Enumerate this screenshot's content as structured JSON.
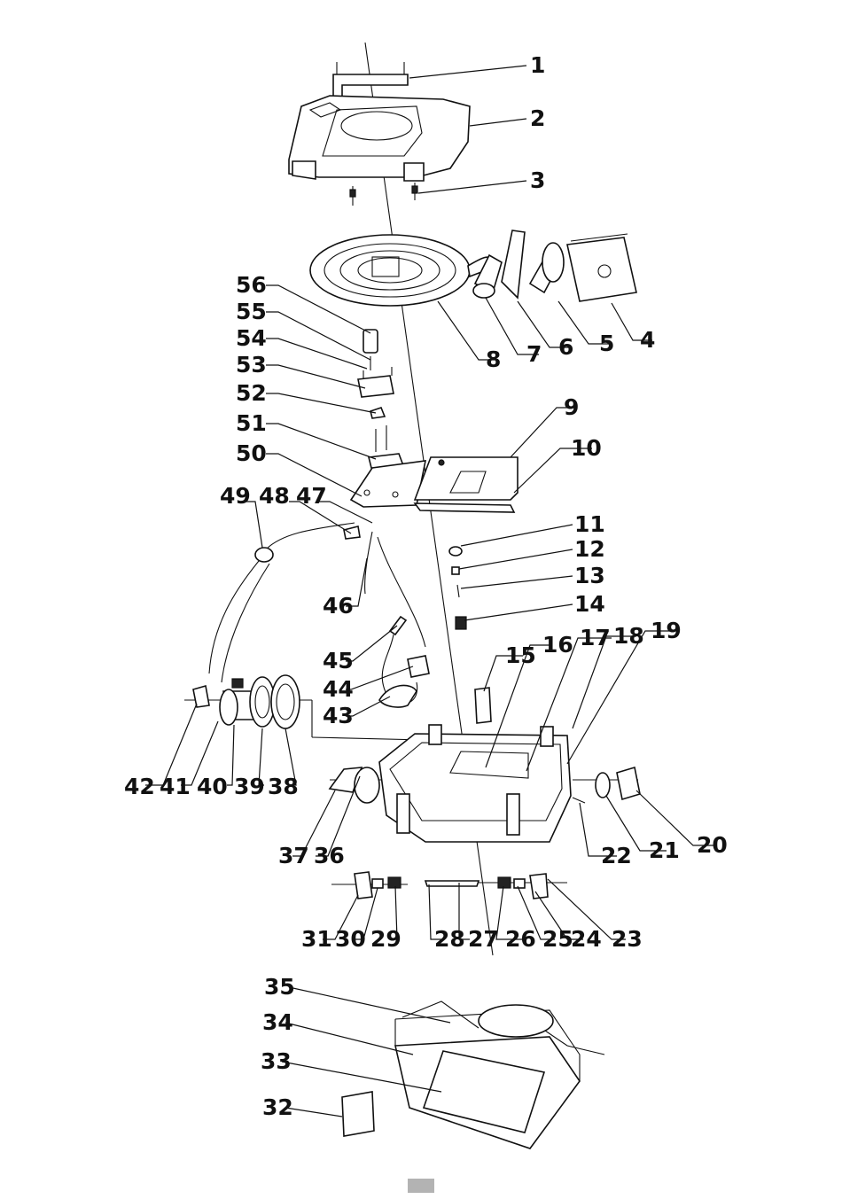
{
  "callouts": [
    "1",
    "2",
    "3",
    "4",
    "5",
    "6",
    "7",
    "8",
    "9",
    "10",
    "11",
    "12",
    "13",
    "14",
    "15",
    "16",
    "17",
    "18",
    "19",
    "20",
    "21",
    "22",
    "23",
    "24",
    "25",
    "26",
    "27",
    "28",
    "29",
    "30",
    "31",
    "32",
    "33",
    "34",
    "35",
    "36",
    "37",
    "38",
    "39",
    "40",
    "41",
    "42",
    "43",
    "44",
    "45",
    "46",
    "47",
    "48",
    "49",
    "50",
    "51",
    "52",
    "53",
    "54",
    "55",
    "56"
  ],
  "colors": {
    "ink": "#111111",
    "page_tab": "#b3b3b3",
    "background": "#ffffff"
  }
}
